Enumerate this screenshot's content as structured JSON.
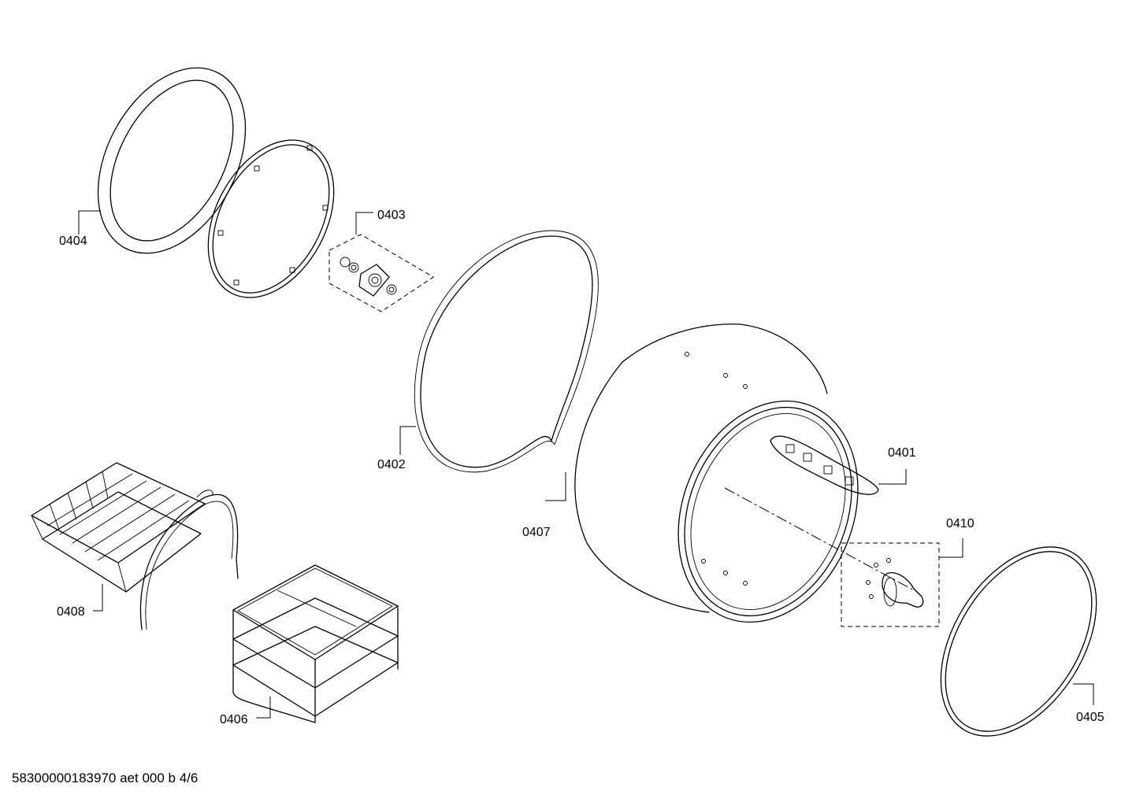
{
  "diagram": {
    "labels": {
      "l0401": "0401",
      "l0402": "0402",
      "l0403": "0403",
      "l0404": "0404",
      "l0405": "0405",
      "l0406": "0406",
      "l0407": "0407",
      "l0408": "0408",
      "l0410": "0410"
    },
    "footer": "58300000183970 aet 000 b 4/6"
  },
  "colors": {
    "line": "#000000",
    "background": "#ffffff"
  }
}
